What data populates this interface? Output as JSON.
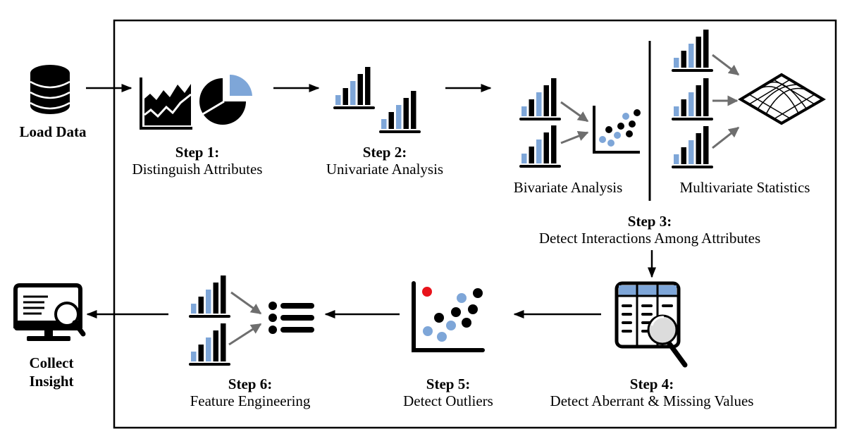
{
  "colors": {
    "ink": "#000000",
    "accent_blue": "#7ea6d8",
    "arrow_gray": "#6e6e6e",
    "outlier_red": "#e8131b",
    "lens_gray": "#d9d9d9"
  },
  "outside": {
    "load_data": {
      "label": "Load Data",
      "icon": "database-icon"
    },
    "collect_insight": {
      "label_line1": "Collect",
      "label_line2": "Insight",
      "icon": "monitor-search-icon"
    }
  },
  "steps": [
    {
      "id": 1,
      "title": "Step 1:",
      "subtitle": "Distinguish Attributes",
      "icons": [
        "area-chart-icon",
        "pie-chart-icon"
      ]
    },
    {
      "id": 2,
      "title": "Step 2:",
      "subtitle": "Univariate Analysis",
      "icons": [
        "bar-chart-icon",
        "bar-chart-icon"
      ]
    },
    {
      "id": 3,
      "title": "Step 3:",
      "subtitle": "Detect Interactions Among Attributes",
      "sub_panels": [
        {
          "label": "Bivariate Analysis",
          "icons": [
            "bar-chart-icon",
            "bar-chart-icon",
            "scatter-plot-icon"
          ]
        },
        {
          "label": "Multivariate Statistics",
          "icons": [
            "bar-chart-icon",
            "bar-chart-icon",
            "bar-chart-icon",
            "surface-mesh-icon"
          ]
        }
      ]
    },
    {
      "id": 4,
      "title": "Step 4:",
      "subtitle": "Detect Aberrant & Missing Values",
      "icons": [
        "table-search-icon"
      ]
    },
    {
      "id": 5,
      "title": "Step 5:",
      "subtitle": "Detect Outliers",
      "icons": [
        "scatter-outlier-icon"
      ]
    },
    {
      "id": 6,
      "title": "Step 6:",
      "subtitle": "Feature Engineering",
      "icons": [
        "bar-chart-icon",
        "bar-chart-icon",
        "bullet-list-icon"
      ]
    }
  ],
  "flow": [
    "Load Data",
    "Step 1",
    "Step 2",
    "Step 3",
    "Step 4",
    "Step 5",
    "Step 6",
    "Collect Insight"
  ]
}
